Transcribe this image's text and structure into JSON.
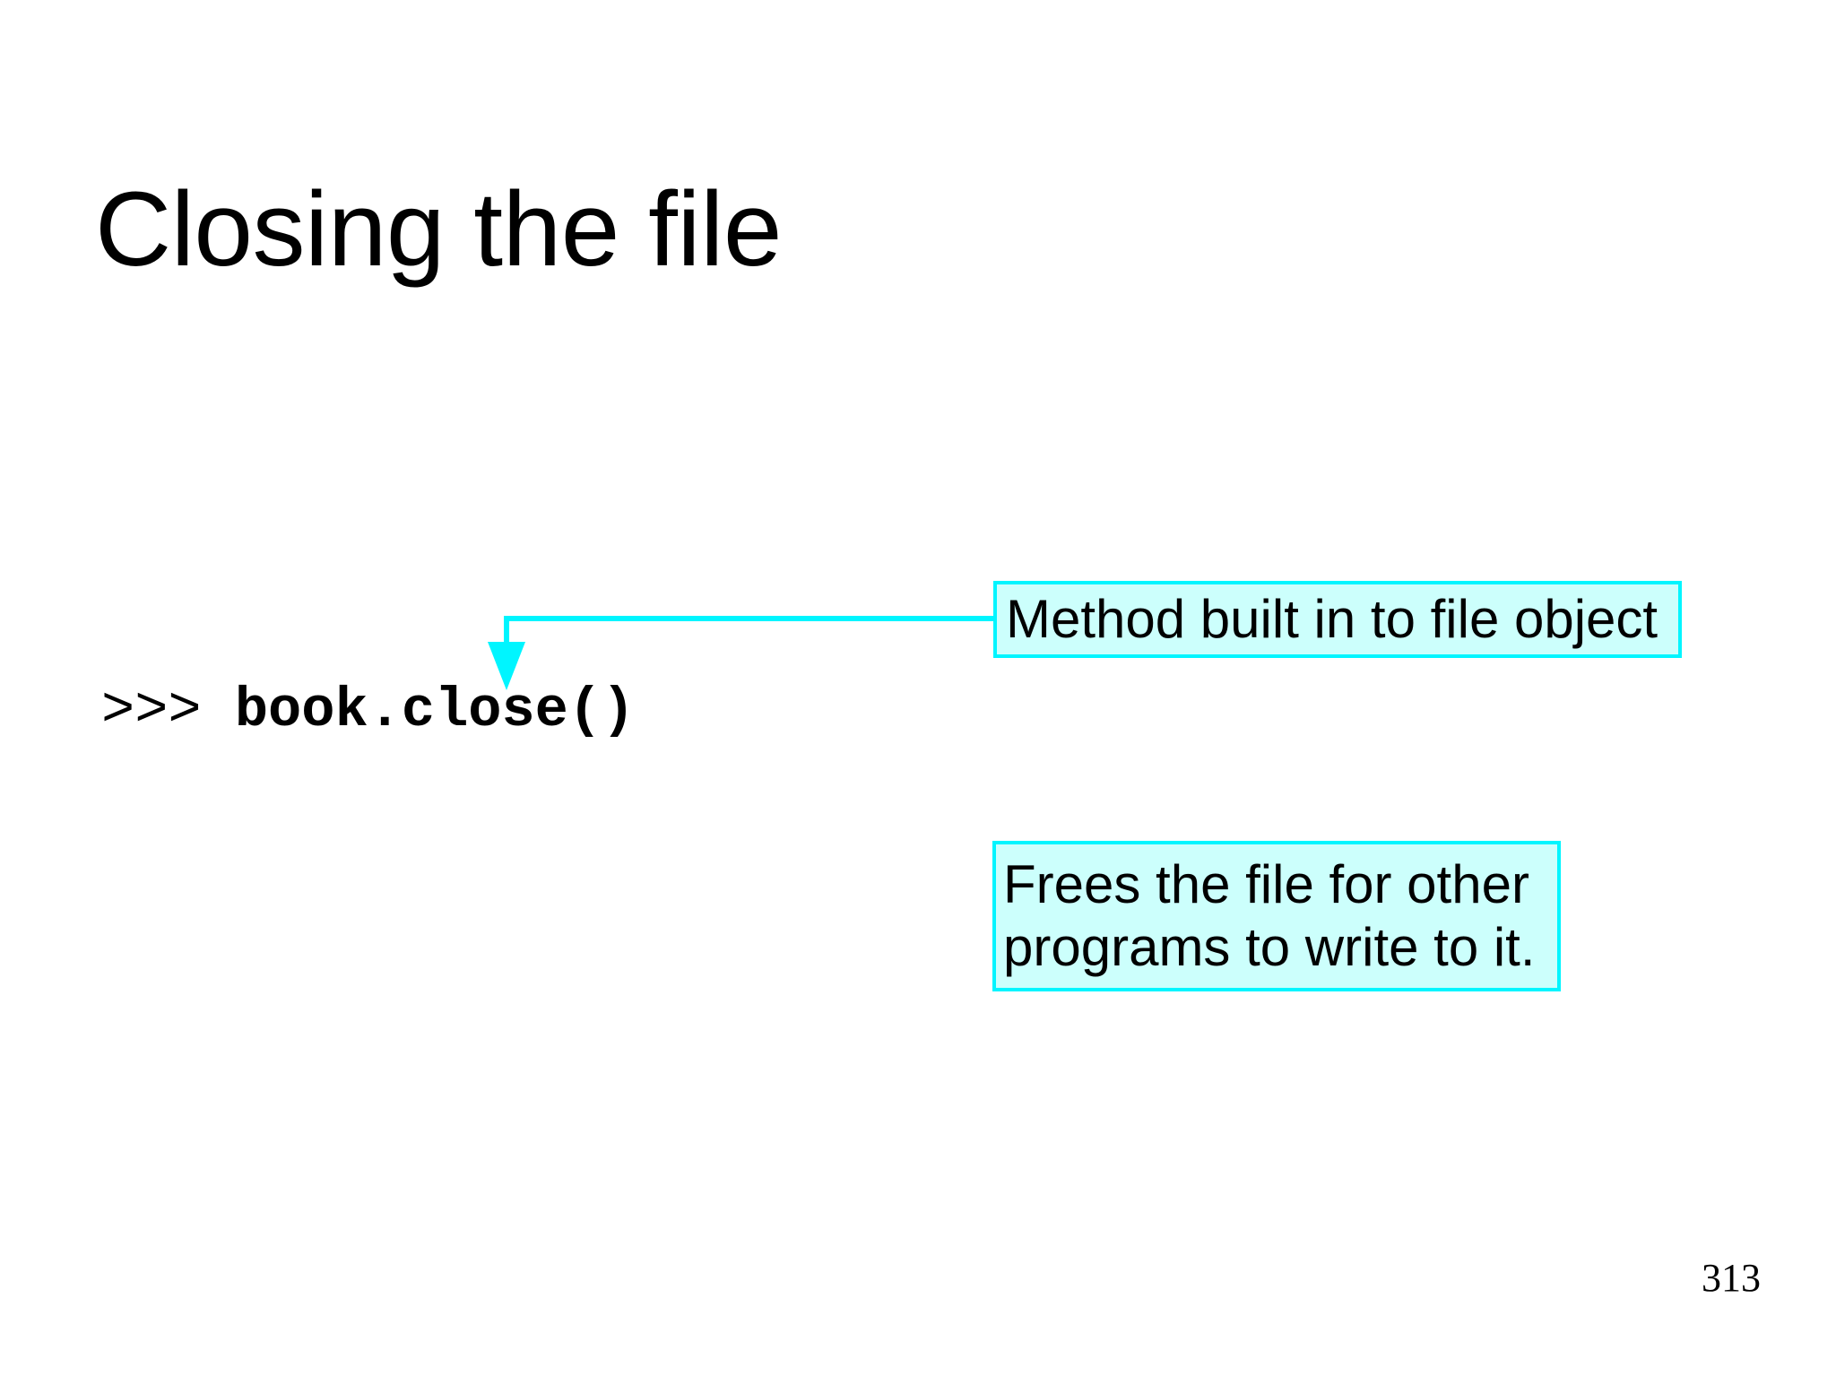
{
  "slide": {
    "title": "Closing the file",
    "page_number": "313",
    "background_color": "#ffffff",
    "text_color": "#000000"
  },
  "code": {
    "prompt": ">>> ",
    "statement": "book.close()",
    "full_line": ">>> book.close()"
  },
  "callouts": [
    {
      "id": "method-built-in",
      "lines": [
        "Method built in to file object"
      ],
      "fill_color": "#ccfffc",
      "border_color": "#00f5ff"
    },
    {
      "id": "frees-file",
      "lines": [
        "Frees the file for other",
        "programs to write to it."
      ],
      "fill_color": "#ccfffc",
      "border_color": "#00f5ff"
    }
  ],
  "arrow": {
    "name": "elbow-arrow-from-method-callout-to-code",
    "color": "#00f5ff",
    "points": "from callout left edge, horizontal left, then down to code",
    "direction": "down"
  }
}
